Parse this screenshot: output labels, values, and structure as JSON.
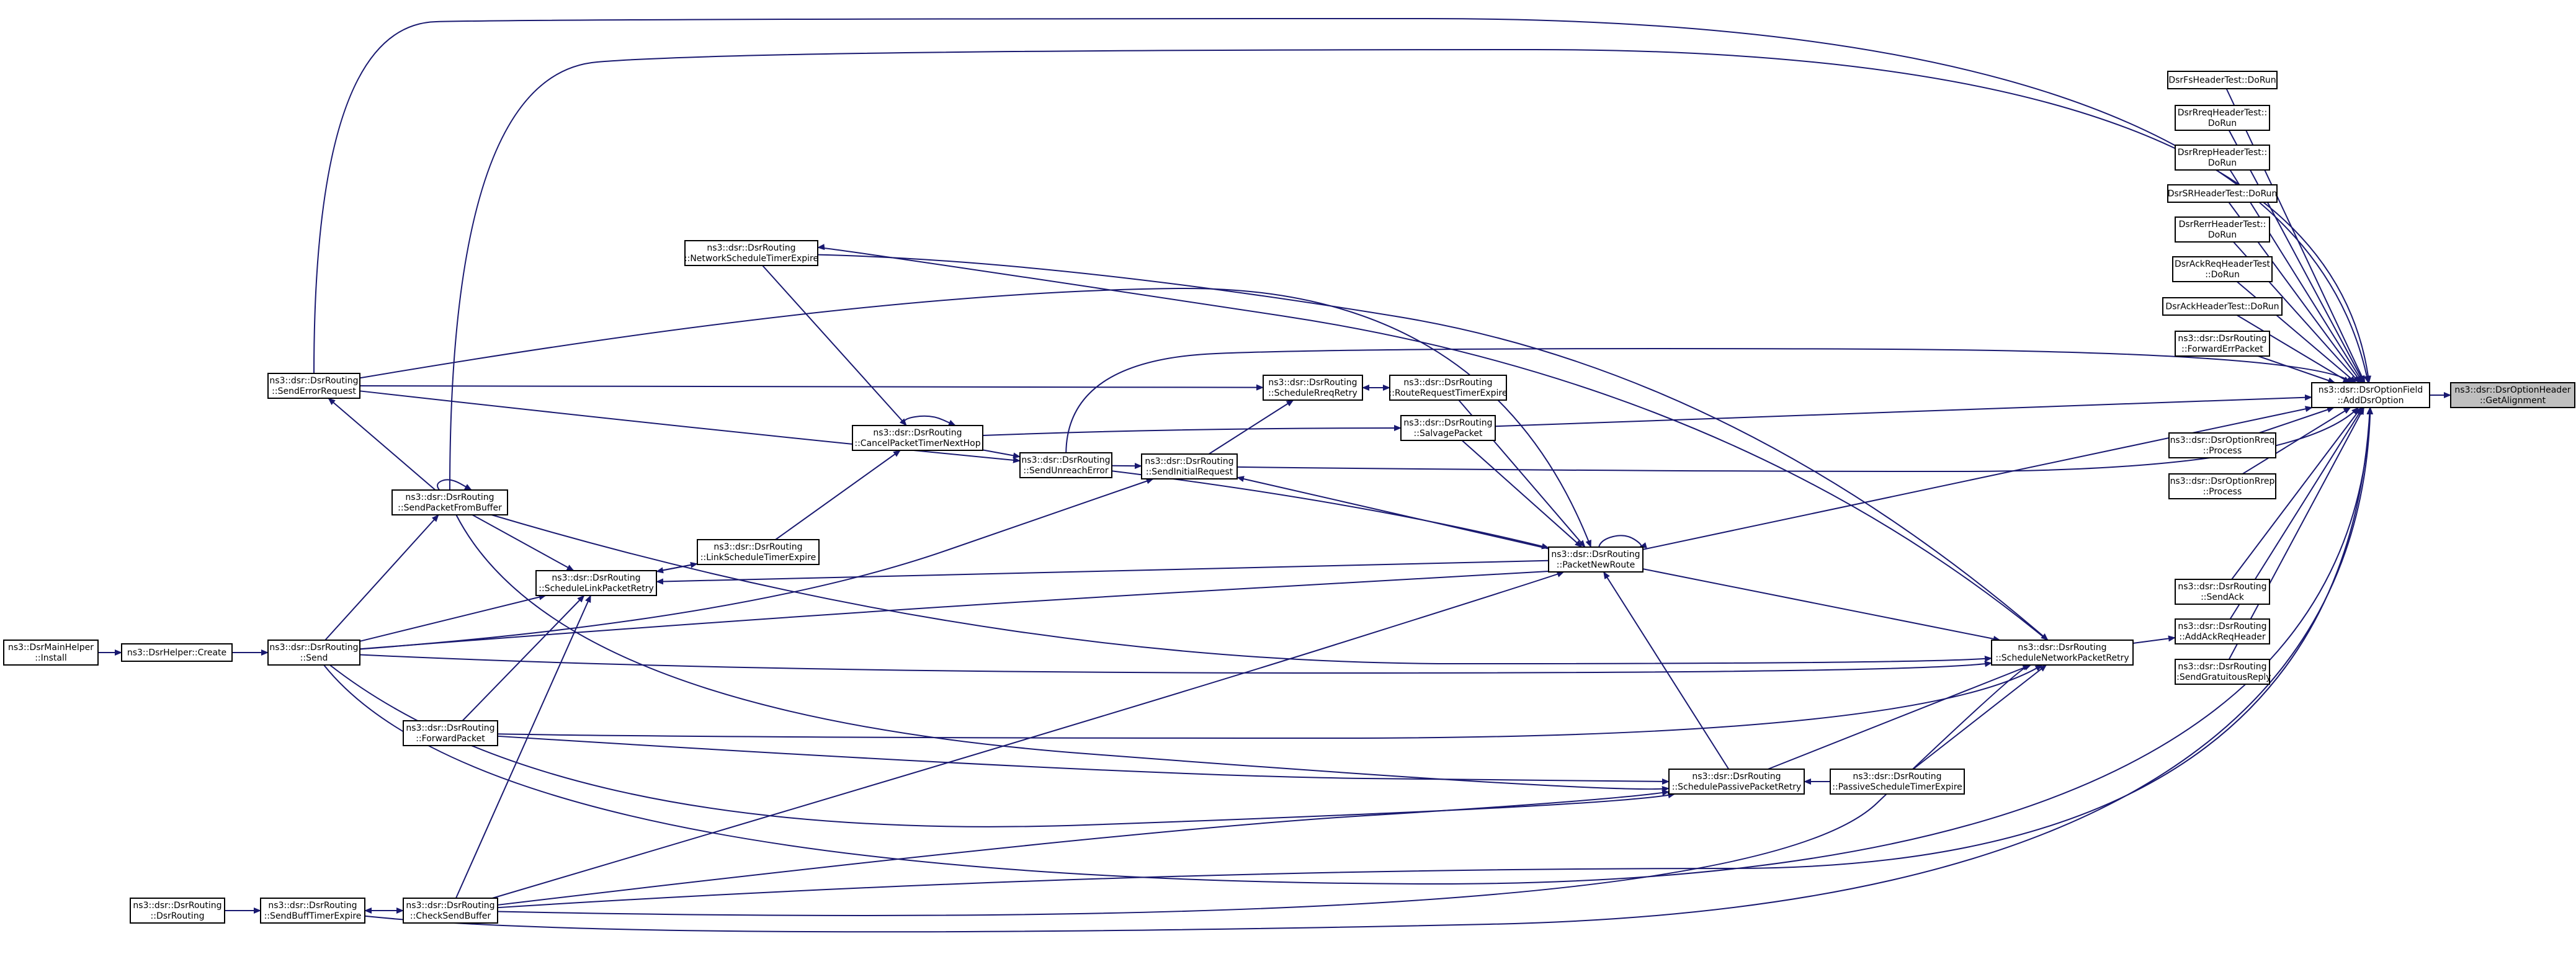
{
  "graph": {
    "root": "getalignment",
    "edge_color": "#191970",
    "node_border_color": "#000000",
    "root_fill_color": "#bfbfbf",
    "nodes": [
      {
        "id": "getalignment",
        "lines": [
          "ns3::dsr::DsrOptionHeader",
          "::GetAlignment"
        ],
        "root": true
      },
      {
        "id": "addoption",
        "lines": [
          "ns3::dsr::DsrOptionField",
          "::AddDsrOption"
        ]
      },
      {
        "id": "fs_test",
        "lines": [
          "DsrFsHeaderTest::DoRun"
        ]
      },
      {
        "id": "rreq_test",
        "lines": [
          "DsrRreqHeaderTest::",
          "DoRun"
        ]
      },
      {
        "id": "rrep_test",
        "lines": [
          "DsrRrepHeaderTest::",
          "DoRun"
        ]
      },
      {
        "id": "sr_test",
        "lines": [
          "DsrSRHeaderTest::DoRun"
        ]
      },
      {
        "id": "rerr_test",
        "lines": [
          "DsrRerrHeaderTest::",
          "DoRun"
        ]
      },
      {
        "id": "ackreq_test",
        "lines": [
          "DsrAckReqHeaderTest",
          "::DoRun"
        ]
      },
      {
        "id": "ack_test",
        "lines": [
          "DsrAckHeaderTest::DoRun"
        ]
      },
      {
        "id": "fwderr",
        "lines": [
          "ns3::dsr::DsrRouting",
          "::ForwardErrPacket"
        ]
      },
      {
        "id": "rreq_proc",
        "lines": [
          "ns3::dsr::DsrOptionRreq",
          "::Process"
        ]
      },
      {
        "id": "rrep_proc",
        "lines": [
          "ns3::dsr::DsrOptionRrep",
          "::Process"
        ]
      },
      {
        "id": "sendack",
        "lines": [
          "ns3::dsr::DsrRouting",
          "::SendAck"
        ]
      },
      {
        "id": "addackreq",
        "lines": [
          "ns3::dsr::DsrRouting",
          "::AddAckReqHeader"
        ]
      },
      {
        "id": "sendgrat",
        "lines": [
          "ns3::dsr::DsrRouting",
          "::SendGratuitousReply"
        ]
      },
      {
        "id": "schednet",
        "lines": [
          "ns3::dsr::DsrRouting",
          "::ScheduleNetworkPacketRetry"
        ]
      },
      {
        "id": "passivetimer",
        "lines": [
          "ns3::dsr::DsrRouting",
          "::PassiveScheduleTimerExpire"
        ]
      },
      {
        "id": "schedpassive",
        "lines": [
          "ns3::dsr::DsrRouting",
          "::SchedulePassivePacketRetry"
        ]
      },
      {
        "id": "pktnewroute",
        "lines": [
          "ns3::dsr::DsrRouting",
          "::PacketNewRoute"
        ]
      },
      {
        "id": "salvage",
        "lines": [
          "ns3::dsr::DsrRouting",
          "::SalvagePacket"
        ]
      },
      {
        "id": "rreqtimer",
        "lines": [
          "ns3::dsr::DsrRouting",
          "::RouteRequestTimerExpire"
        ]
      },
      {
        "id": "schedrreq",
        "lines": [
          "ns3::dsr::DsrRouting",
          "::ScheduleRreqRetry"
        ]
      },
      {
        "id": "sendinit",
        "lines": [
          "ns3::dsr::DsrRouting",
          "::SendInitialRequest"
        ]
      },
      {
        "id": "sendunreach",
        "lines": [
          "ns3::dsr::DsrRouting",
          "::SendUnreachError"
        ]
      },
      {
        "id": "cancelpkt",
        "lines": [
          "ns3::dsr::DsrRouting",
          "::CancelPacketTimerNextHop"
        ]
      },
      {
        "id": "netsched",
        "lines": [
          "ns3::dsr::DsrRouting",
          "::NetworkScheduleTimerExpire"
        ]
      },
      {
        "id": "linktimer",
        "lines": [
          "ns3::dsr::DsrRouting",
          "::LinkScheduleTimerExpire"
        ]
      },
      {
        "id": "schedlink",
        "lines": [
          "ns3::dsr::DsrRouting",
          "::ScheduleLinkPacketRetry"
        ]
      },
      {
        "id": "senderr",
        "lines": [
          "ns3::dsr::DsrRouting",
          "::SendErrorRequest"
        ]
      },
      {
        "id": "sendfrombuf",
        "lines": [
          "ns3::dsr::DsrRouting",
          "::SendPacketFromBuffer"
        ]
      },
      {
        "id": "send",
        "lines": [
          "ns3::dsr::DsrRouting",
          "::Send"
        ]
      },
      {
        "id": "fwdpkt",
        "lines": [
          "ns3::dsr::DsrRouting",
          "::ForwardPacket"
        ]
      },
      {
        "id": "checkbuf",
        "lines": [
          "ns3::dsr::DsrRouting",
          "::CheckSendBuffer"
        ]
      },
      {
        "id": "buftimer",
        "lines": [
          "ns3::dsr::DsrRouting",
          "::SendBuffTimerExpire"
        ]
      },
      {
        "id": "dsrrouting",
        "lines": [
          "ns3::dsr::DsrRouting",
          "::DsrRouting"
        ]
      },
      {
        "id": "helpercreate",
        "lines": [
          "ns3::DsrHelper::Create"
        ]
      },
      {
        "id": "mainhelper",
        "lines": [
          "ns3::DsrMainHelper",
          "::Install"
        ]
      }
    ]
  }
}
